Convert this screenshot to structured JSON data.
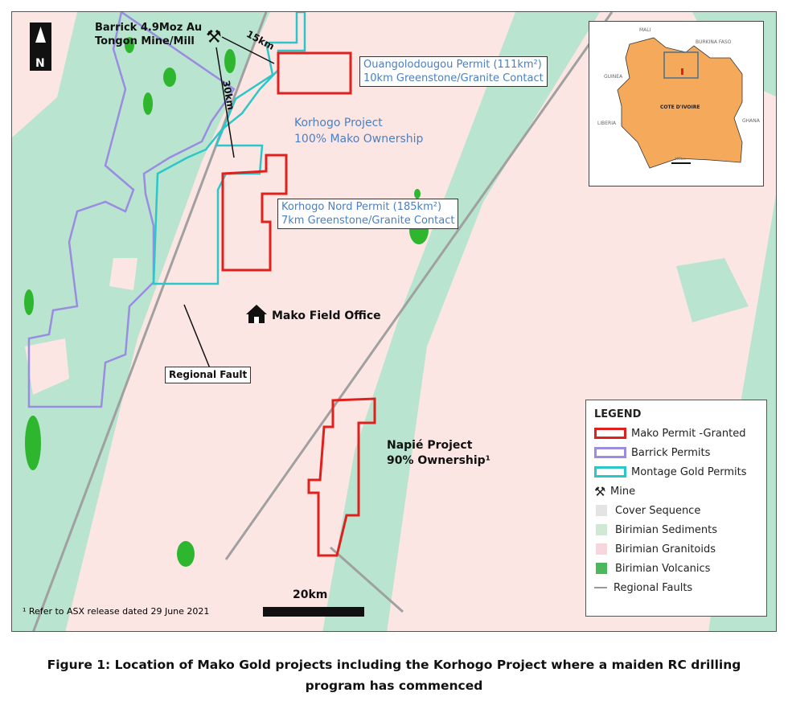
{
  "colors": {
    "granitoid": "#fce6e4",
    "sediment": "#b9e4cf",
    "volcanic": "#2fb62f",
    "mako": "#e0201c",
    "barrick": "#9a8ce0",
    "montage": "#2cc6c9",
    "fault": "#a0a0a0",
    "country": "#f5a95b"
  },
  "north_label": "N",
  "labels": {
    "barrick_mine": [
      "Barrick 4.9Moz Au",
      "Tongon Mine/Mill"
    ],
    "dist_15": "15km",
    "dist_30": "30km",
    "ouangolodougou": [
      "Ouangolodougou Permit (111km²)",
      "10km Greenstone/Granite Contact"
    ],
    "korhogo_project": [
      "Korhogo Project",
      "100% Mako  Ownership"
    ],
    "korhogo_nord": [
      "Korhogo Nord Permit (185km²)",
      "7km Greenstone/Granite Contact"
    ],
    "field_office": "Mako Field Office",
    "regional_fault": "Regional Fault",
    "napie": [
      "Napié Project",
      "90% Ownership¹"
    ],
    "footnote": "¹ Refer to ASX release dated 29 June 2021",
    "scale": "20km"
  },
  "inset": {
    "countries": [
      "MALI",
      "BURKINA FASO",
      "GUINEA",
      "COTE D'IVOIRE",
      "LIBERIA",
      "GHANA"
    ],
    "scale": "100km"
  },
  "legend": {
    "title": "LEGEND",
    "items": [
      "Mako Permit -Granted",
      "Barrick Permits",
      "Montage Gold Permits",
      "Mine",
      "Cover Sequence",
      "Birimian Sediments",
      "Birimian Granitoids",
      "Birimian Volcanics",
      "Regional Faults"
    ]
  },
  "caption": [
    "Figure 1: Location of Mako Gold projects including the Korhogo Project where a maiden RC drilling",
    "program has commenced"
  ]
}
